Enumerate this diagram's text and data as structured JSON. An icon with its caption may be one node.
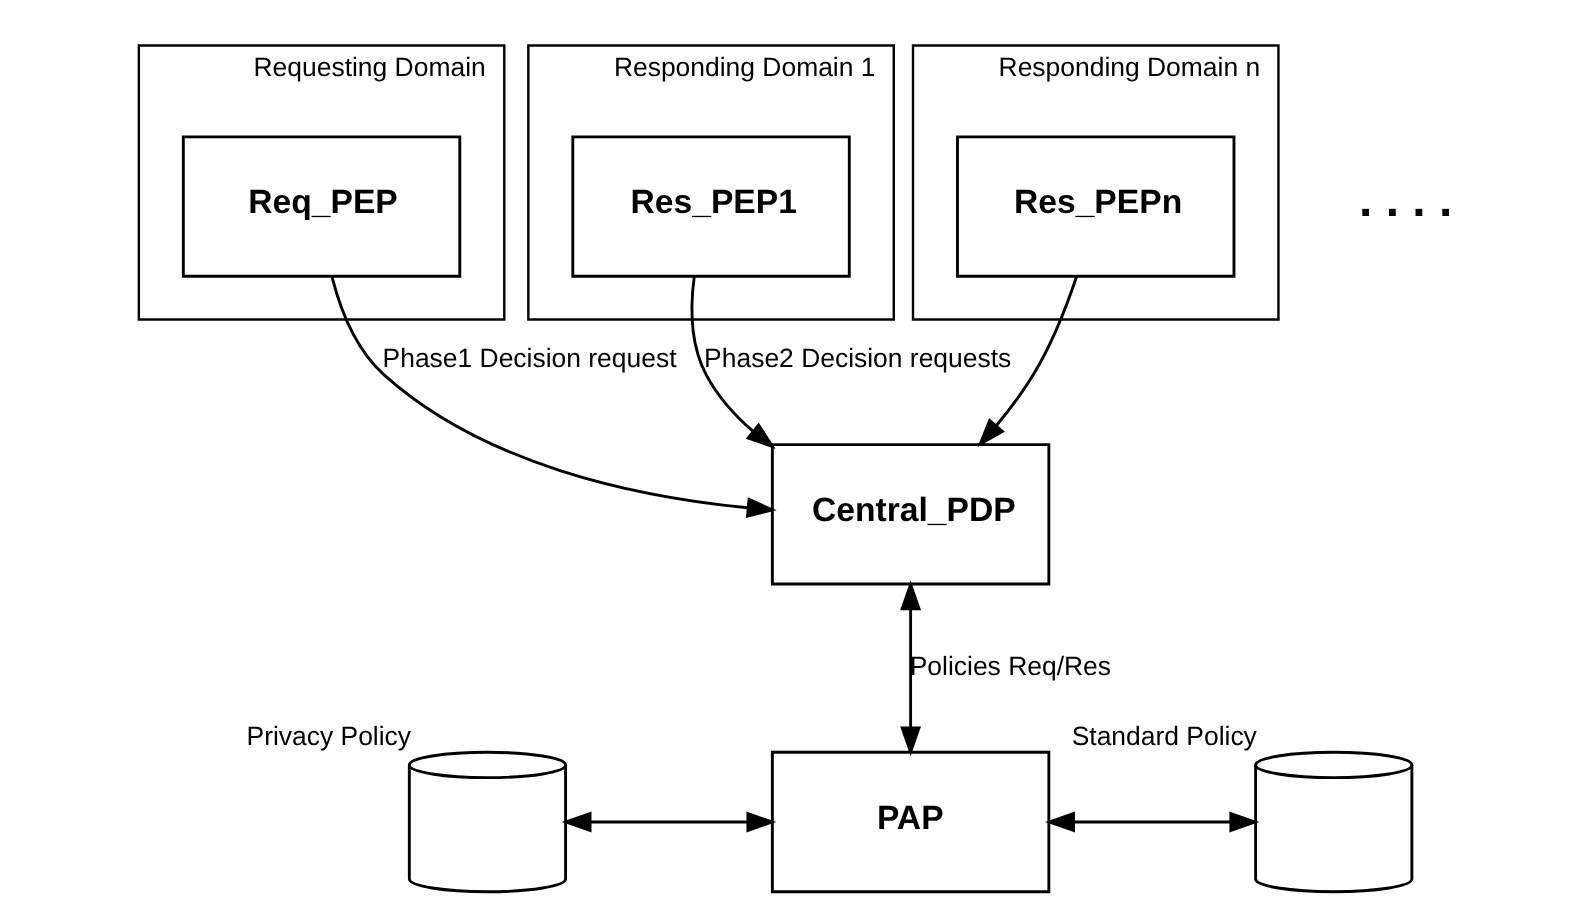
{
  "diagram": {
    "nodes": [
      {
        "text": [
          "Requesting Domain"
        ]
      },
      {
        "text": [
          "Req_PEP"
        ],
        "in": 0
      },
      {
        "text": [
          "Responding Domain 1"
        ]
      },
      {
        "text": [
          "Res_PEP1"
        ],
        "in": 2
      },
      {
        "text": [
          "Responding Domain n"
        ]
      },
      {
        "text": [
          "Res_PEPn"
        ],
        "in": 4
      },
      {
        "text": [
          "Central_PDP"
        ]
      },
      {
        "text": [
          "PAP"
        ]
      },
      {
        "text": [],
        "shape": "cylinder",
        "beside": [
          "Privacy Policy"
        ]
      },
      {
        "text": [],
        "shape": "cylinder",
        "beside": [
          "Standard Policy"
        ]
      }
    ],
    "edges": [
      {
        "from": 1,
        "to": 6,
        "arrow": "to",
        "label": "Phase1 Decision request"
      },
      {
        "from": 3,
        "to": 6,
        "arrow": "to",
        "label": "Phase2 Decision requests"
      },
      {
        "from": 5,
        "to": 6,
        "arrow": "to"
      },
      {
        "from": 6,
        "to": 7,
        "arrow": "both",
        "label": "Policies Req/Res"
      },
      {
        "from": 8,
        "to": 7,
        "arrow": "both"
      },
      {
        "from": 7,
        "to": 9,
        "arrow": "both"
      }
    ],
    "labels": [
      ". . . ."
    ]
  }
}
